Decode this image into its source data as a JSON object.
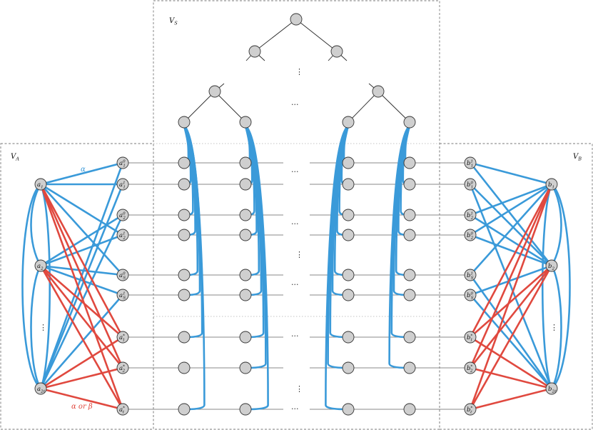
{
  "regions": {
    "VS": {
      "label": "V",
      "sub": "S"
    },
    "VA": {
      "label": "V",
      "sub": "A"
    },
    "VB": {
      "label": "V",
      "sub": "B"
    }
  },
  "annotations": {
    "alpha": "α",
    "alpha_or_beta": "α or β"
  },
  "dots": {
    "horizontal": "···",
    "vertical": "⋮"
  },
  "left_outer": [
    {
      "base": "a",
      "sub": "1",
      "sup": ""
    },
    {
      "base": "a",
      "sub": "2",
      "sup": ""
    },
    {
      "base": "a",
      "sub": "2ℓ",
      "sup": ""
    }
  ],
  "left_inner": [
    {
      "base": "a",
      "sub": "1",
      "sup": "0"
    },
    {
      "base": "a",
      "sub": "1",
      "sup": "1"
    },
    {
      "base": "a",
      "sub": "2",
      "sup": "0"
    },
    {
      "base": "a",
      "sub": "2",
      "sup": "1"
    },
    {
      "base": "a",
      "sub": "S",
      "sup": "0"
    },
    {
      "base": "a",
      "sub": "S",
      "sup": "1"
    },
    {
      "base": "a",
      "sub": "1",
      "sup": "*"
    },
    {
      "base": "a",
      "sub": "2",
      "sup": "*"
    },
    {
      "base": "a",
      "sub": "ℓ",
      "sup": "*"
    }
  ],
  "right_inner": [
    {
      "base": "b",
      "sub": "1",
      "sup": "1"
    },
    {
      "base": "b",
      "sub": "1",
      "sup": "0"
    },
    {
      "base": "b",
      "sub": "2",
      "sup": "1"
    },
    {
      "base": "b",
      "sub": "2",
      "sup": "0"
    },
    {
      "base": "b",
      "sub": "S",
      "sup": "1"
    },
    {
      "base": "b",
      "sub": "S",
      "sup": "0"
    },
    {
      "base": "b",
      "sub": "1",
      "sup": "*"
    },
    {
      "base": "b",
      "sub": "2",
      "sup": "*"
    },
    {
      "base": "b",
      "sub": "ℓ",
      "sup": "*"
    }
  ],
  "right_outer": [
    {
      "base": "b",
      "sub": "1",
      "sup": ""
    },
    {
      "base": "b",
      "sub": "2",
      "sup": ""
    },
    {
      "base": "b",
      "sub": "2ℓ",
      "sup": ""
    }
  ],
  "colors": {
    "edge_alpha": "#3a9ad9",
    "edge_alpha_or_beta": "#e0493f",
    "node_fill": "#cfcfcf"
  },
  "edges": {
    "left_blue": [
      [
        0,
        0
      ],
      [
        0,
        1
      ],
      [
        0,
        3
      ],
      [
        0,
        4
      ],
      [
        1,
        2
      ],
      [
        1,
        3
      ],
      [
        1,
        4
      ],
      [
        1,
        5
      ],
      [
        2,
        0
      ],
      [
        2,
        1
      ],
      [
        2,
        2
      ],
      [
        2,
        5
      ]
    ],
    "left_red": [
      [
        0,
        6
      ],
      [
        0,
        7
      ],
      [
        0,
        8
      ],
      [
        1,
        6
      ],
      [
        1,
        7
      ],
      [
        1,
        8
      ],
      [
        2,
        6
      ],
      [
        2,
        7
      ],
      [
        2,
        8
      ]
    ],
    "right_blue": [
      [
        0,
        0
      ],
      [
        0,
        2
      ],
      [
        0,
        3
      ],
      [
        0,
        4
      ],
      [
        1,
        0
      ],
      [
        1,
        1
      ],
      [
        1,
        2
      ],
      [
        1,
        3
      ],
      [
        1,
        5
      ],
      [
        2,
        1
      ],
      [
        2,
        4
      ],
      [
        2,
        5
      ]
    ],
    "right_red": [
      [
        0,
        6
      ],
      [
        0,
        7
      ],
      [
        0,
        8
      ],
      [
        1,
        6
      ],
      [
        1,
        7
      ],
      [
        1,
        8
      ],
      [
        2,
        6
      ],
      [
        2,
        7
      ],
      [
        2,
        8
      ]
    ]
  }
}
